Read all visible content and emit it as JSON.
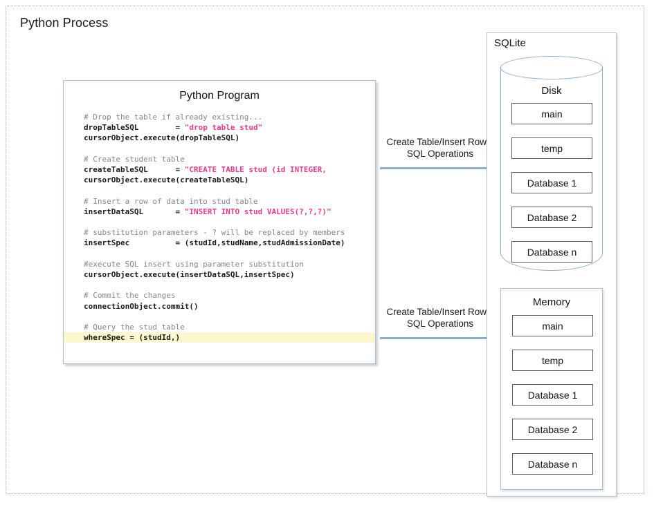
{
  "process": {
    "title": "Python Process"
  },
  "program": {
    "title": "Python Program",
    "code_lines": [
      {
        "type": "comment",
        "text": "# Drop the table if already existing..."
      },
      {
        "type": "mixed",
        "code": "dropTableSQL        = ",
        "string": "\"drop table stud\""
      },
      {
        "type": "code",
        "text": "cursorObject.execute(dropTableSQL)"
      },
      {
        "type": "blank",
        "text": ""
      },
      {
        "type": "comment",
        "text": "# Create student table"
      },
      {
        "type": "mixed",
        "code": "createTableSQL      = ",
        "string": "\"CREATE TABLE stud (id INTEGER,"
      },
      {
        "type": "code",
        "text": "cursorObject.execute(createTableSQL)"
      },
      {
        "type": "blank",
        "text": ""
      },
      {
        "type": "comment",
        "text": "# Insert a row of data into stud table"
      },
      {
        "type": "mixed",
        "code": "insertDataSQL       = ",
        "string": "\"INSERT INTO stud VALUES(?,?,?)\""
      },
      {
        "type": "blank",
        "text": ""
      },
      {
        "type": "comment",
        "text": "# substitution parameters - ? will be replaced by members"
      },
      {
        "type": "code",
        "text": "insertSpec          = (studId,studName,studAdmissionDate)"
      },
      {
        "type": "blank",
        "text": ""
      },
      {
        "type": "comment",
        "text": "#execute SQL insert using parameter substitution"
      },
      {
        "type": "code",
        "text": "cursorObject.execute(insertDataSQL,insertSpec)"
      },
      {
        "type": "blank",
        "text": ""
      },
      {
        "type": "comment",
        "text": "# Commit the changes"
      },
      {
        "type": "code",
        "text": "connectionObject.commit()"
      },
      {
        "type": "blank",
        "text": ""
      },
      {
        "type": "comment",
        "text": "# Query the stud table"
      },
      {
        "type": "code",
        "text": "whereSpec = (studId,)",
        "highlight": true
      }
    ]
  },
  "sqlite": {
    "label": "SQLite",
    "disk": {
      "label": "Disk",
      "items": [
        "main",
        "temp",
        "Database 1",
        "Database 2",
        "Database n"
      ]
    },
    "memory": {
      "label": "Memory",
      "items": [
        "main",
        "temp",
        "Database 1",
        "Database 2",
        "Database n"
      ]
    }
  },
  "arrows": [
    {
      "line1": "Create Table/Insert Rows/",
      "line2": "SQL Operations"
    },
    {
      "line1": "Create Table/Insert Rows/",
      "line2": "SQL Operations"
    }
  ],
  "colors": {
    "arrow": "#8eaecd",
    "comment": "#868686",
    "string": "#ec3a8b",
    "code": "#1b1b1b",
    "highlight": "#fcf7cf",
    "frame": "#9bb3cc"
  }
}
